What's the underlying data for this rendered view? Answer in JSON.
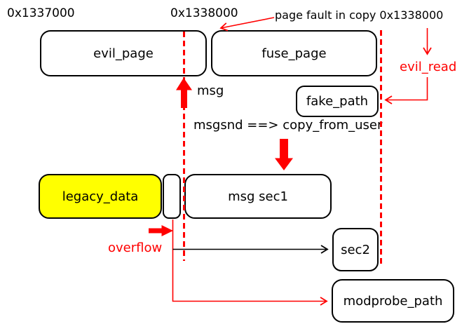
{
  "diagram": {
    "addresses": {
      "start": "0x1337000",
      "boundary": "0x1338000"
    },
    "boxes": {
      "evil_page": "evil_page",
      "fuse_page": "fuse_page",
      "fake_path": "fake_path",
      "legacy_data": "legacy_data",
      "msg_sec1": "msg sec1",
      "sec2": "sec2",
      "modprobe_path": "modprobe_path"
    },
    "annotations": {
      "page_fault": "page fault in copy 0x1338000",
      "msg": "msg",
      "msgsnd": "msgsnd ==> copy_from_user",
      "evil_read": "evil_read",
      "overflow": "overflow"
    },
    "colors": {
      "red": "#ff0000",
      "yellow": "#ffff00",
      "ink": "#000000",
      "background": "#ffffff"
    }
  }
}
